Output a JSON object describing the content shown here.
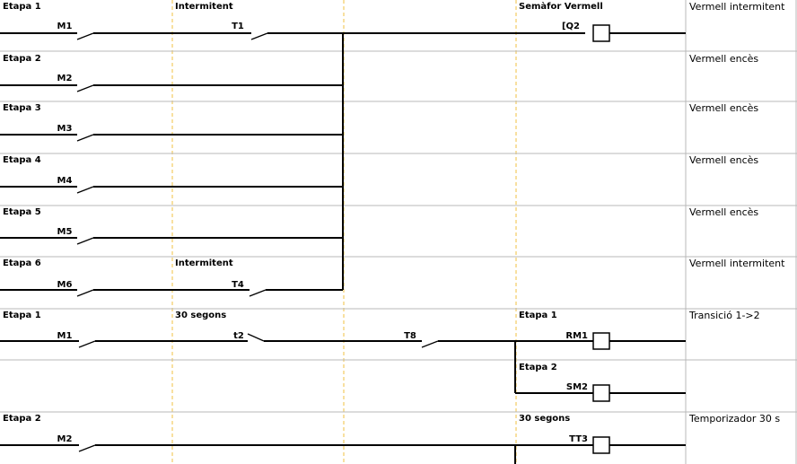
{
  "diagram": {
    "rows": [
      {
        "labels": [
          "Etapa 1",
          "Intermitent",
          "",
          "Semàfor Vermell"
        ],
        "contacts": [
          {
            "label": "M1",
            "type": "NO"
          },
          {
            "label": "T1",
            "type": "NO"
          }
        ],
        "coil": "[Q2",
        "comment": "Vermell intermitent"
      },
      {
        "labels": [
          "Etapa 2",
          "",
          "",
          ""
        ],
        "contacts": [
          {
            "label": "M2",
            "type": "NO"
          }
        ],
        "comment": "Vermell encès"
      },
      {
        "labels": [
          "Etapa 3",
          "",
          "",
          ""
        ],
        "contacts": [
          {
            "label": "M3",
            "type": "NO"
          }
        ],
        "comment": "Vermell encès"
      },
      {
        "labels": [
          "Etapa 4",
          "",
          "",
          ""
        ],
        "contacts": [
          {
            "label": "M4",
            "type": "NO"
          }
        ],
        "comment": "Vermell encès"
      },
      {
        "labels": [
          "Etapa 5",
          "",
          "",
          ""
        ],
        "contacts": [
          {
            "label": "M5",
            "type": "NO"
          }
        ],
        "comment": "Vermell encès"
      },
      {
        "labels": [
          "Etapa 6",
          "Intermitent",
          "",
          ""
        ],
        "contacts": [
          {
            "label": "M6",
            "type": "NO"
          },
          {
            "label": "T4",
            "type": "NO"
          }
        ],
        "comment": "Vermell intermitent"
      },
      {
        "labels": [
          "Etapa 1",
          "30 segons",
          "",
          "Etapa 1"
        ],
        "contacts": [
          {
            "label": "M1",
            "type": "NO"
          },
          {
            "label": "t2",
            "type": "NC"
          },
          {
            "label": "T8",
            "type": "NO"
          }
        ],
        "coil": "RM1",
        "comment": "Transició 1->2"
      },
      {
        "labels": [
          "",
          "",
          "",
          "Etapa 2"
        ],
        "contacts": [],
        "coil": "SM2",
        "comment": ""
      },
      {
        "labels": [
          "Etapa 2",
          "",
          "",
          "30 segons"
        ],
        "contacts": [
          {
            "label": "M2",
            "type": "NO"
          }
        ],
        "coil": "TT3",
        "comment": "Temporizador 30 s"
      }
    ]
  }
}
